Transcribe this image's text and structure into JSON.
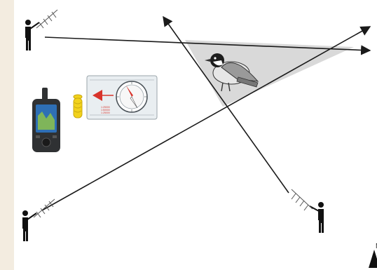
{
  "diagram": {
    "colors": {
      "background": "#ffffff",
      "frame": "#f3ece0",
      "triangle_fill": "#d9d9d9",
      "line": "#1a1a1a",
      "gps_body": "#2f3133",
      "gps_screen": "#2e6fb5",
      "coil_yellow": "#f2d21b",
      "compass_plate": "#e9eef1",
      "compass_red": "#d8342b"
    },
    "icons": [
      "person-with-antenna-icon",
      "bird-icon",
      "gps-device-icon",
      "rope-coil-icon",
      "baseplate-compass-icon",
      "north-arrow-icon"
    ],
    "compass_readings": [
      "1:25000",
      "1:50000",
      "1:25000"
    ],
    "north_label": "N"
  }
}
